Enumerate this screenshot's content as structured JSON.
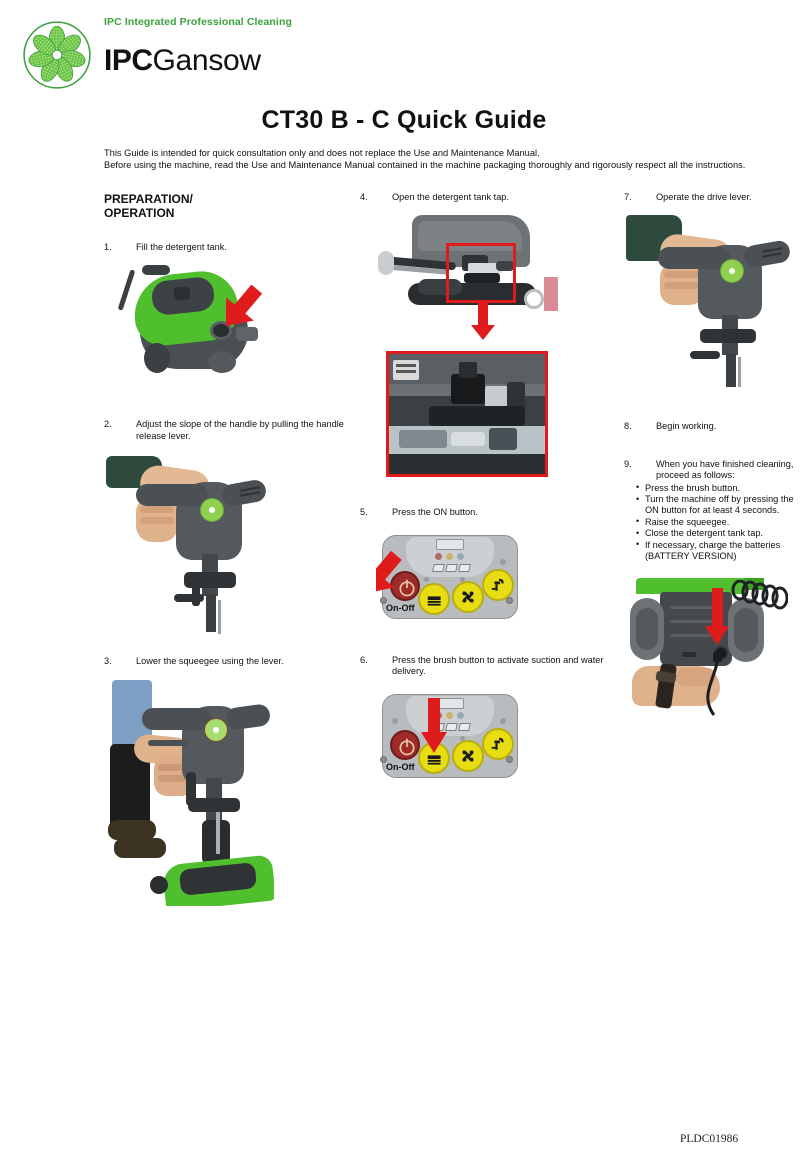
{
  "brand": {
    "tagline": "IPC  Integrated Professional Cleaning",
    "name_bold": "IPC",
    "name_light": "Gansow",
    "logo_icon": "flower-circle-logo",
    "green": "#3aa33a"
  },
  "document": {
    "title": "CT30 B - C Quick Guide",
    "intro_line1": "This Guide is intended for quick consultation only and does not replace the Use and Maintenance Manual.",
    "intro_line2": "Before using the machine, read the Use and Maintenance Manual contained in the machine packaging thoroughly and rigorously respect all the instructions.",
    "footer_code": "PLDC01986"
  },
  "columns": {
    "left": {
      "heading_line1": "PREPARATION/",
      "heading_line2": "OPERATION",
      "steps": [
        {
          "num": "1.",
          "text": "Fill the detergent tank.",
          "photo": "machine-tank-fill-photo"
        },
        {
          "num": "2.",
          "text": "Adjust the slope of the handle by pulling the handle release lever.",
          "photo": "handle-grip-photo"
        },
        {
          "num": "3.",
          "text": "Lower the squeegee using the lever.",
          "photo": "squeegee-lever-photo"
        }
      ]
    },
    "middle": {
      "steps": [
        {
          "num": "4.",
          "text": "Open the detergent tank tap.",
          "photo": "detergent-tap-photo",
          "detail_photo": "detergent-tap-detail-photo"
        },
        {
          "num": "5.",
          "text": "Press the ON button.",
          "photo": "control-panel-on-photo"
        },
        {
          "num": "6.",
          "text": "Press the brush button to activate suction and water delivery.",
          "photo": "control-panel-brush-photo"
        }
      ]
    },
    "right": {
      "steps": [
        {
          "num": "7.",
          "text": "Operate the drive lever.",
          "photo": "drive-lever-photo"
        },
        {
          "num": "8.",
          "text": "Begin working.",
          "photo": ""
        },
        {
          "num": "9.",
          "text": "When you have finished cleaning, proceed as follows:",
          "photo": "battery-charge-photo",
          "bullets": [
            "Press the brush button.",
            "Turn the machine off by pressing the ON button for at least 4 seconds.",
            "Raise the squeegee.",
            "Close the detergent tank tap.",
            "If necessary, charge the batteries (BATTERY VERSION)"
          ]
        }
      ]
    }
  },
  "control_panel": {
    "on_off_label": "On-Off",
    "buttons": [
      {
        "name": "power-button",
        "color": "#9e2a2a",
        "icon": "power-icon"
      },
      {
        "name": "brush-button",
        "color": "#e8dd12",
        "icon": "brush-icon"
      },
      {
        "name": "suction-button",
        "color": "#e8dd12",
        "icon": "fan-icon"
      },
      {
        "name": "water-button",
        "color": "#e8dd12",
        "icon": "tap-icon"
      }
    ]
  },
  "annotations": {
    "arrow_color": "#e01b1b",
    "highlight_color": "#e01b1b"
  }
}
